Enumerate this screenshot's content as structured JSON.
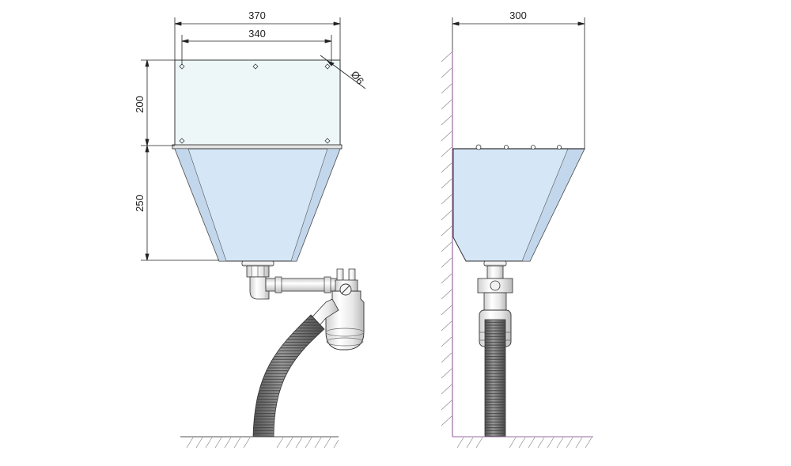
{
  "front_view": {
    "dimensions": {
      "outer_width": "370",
      "hole_spacing": "340",
      "hole_diameter": "Ø6",
      "panel_height": "200",
      "hopper_height": "250"
    }
  },
  "side_view": {
    "dimensions": {
      "depth": "300"
    }
  },
  "colors": {
    "panel_fill": "#eef7f8",
    "hopper_fill": "#d5e6f6",
    "outline": "#333333",
    "wall_line": "#9a6aa0",
    "hatch": "#8a8a8a",
    "pipe_white": "#f2f2f2",
    "hose_dark": "#6e6e6e"
  }
}
